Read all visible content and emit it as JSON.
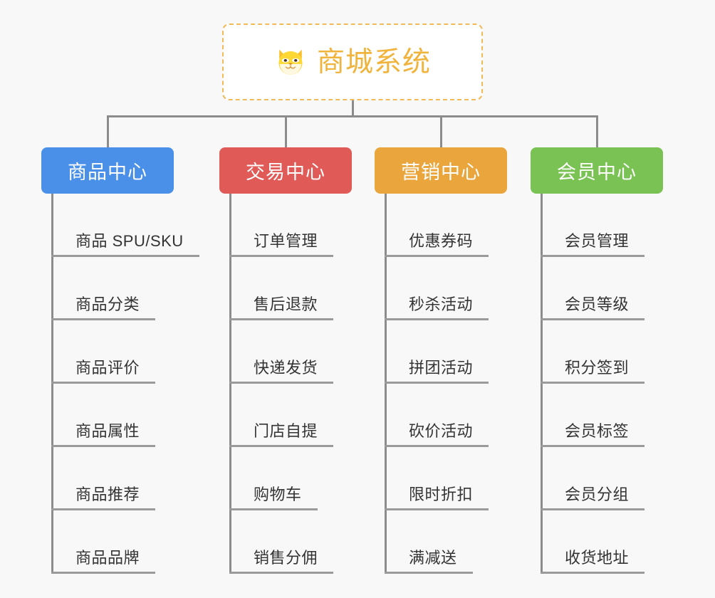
{
  "page": {
    "background": "#f8f8f8",
    "type": "mindmap"
  },
  "root": {
    "title": "商城系统",
    "icon": "shiba-dog-face-icon",
    "border_color": "#f2b957",
    "text_color": "#f0b33c",
    "background": "#ffffff"
  },
  "connector": {
    "color": "#8c8c8c"
  },
  "branches": [
    {
      "label": "商品中心",
      "color": "#4a90e8",
      "text_color": "#ffffff",
      "items": [
        "商品 SPU/SKU",
        "商品分类",
        "商品评价",
        "商品属性",
        "商品推荐",
        "商品品牌"
      ]
    },
    {
      "label": "交易中心",
      "color": "#e05b57",
      "text_color": "#ffffff",
      "items": [
        "订单管理",
        "售后退款",
        "快递发货",
        "门店自提",
        "购物车",
        "销售分佣"
      ]
    },
    {
      "label": "营销中心",
      "color": "#eaa63c",
      "text_color": "#ffffff",
      "items": [
        "优惠券码",
        "秒杀活动",
        "拼团活动",
        "砍价活动",
        "限时折扣",
        "满减送"
      ]
    },
    {
      "label": "会员中心",
      "color": "#79c253",
      "text_color": "#ffffff",
      "items": [
        "会员管理",
        "会员等级",
        "积分签到",
        "会员标签",
        "会员分组",
        "收货地址"
      ]
    }
  ]
}
